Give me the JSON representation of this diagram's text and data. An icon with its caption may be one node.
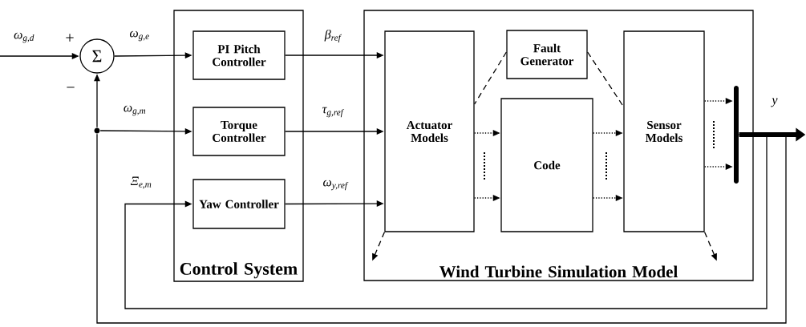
{
  "diagram": {
    "nodes": [
      {
        "text": [
          "Σ"
        ]
      },
      {
        "text": [
          "Control System"
        ]
      },
      {
        "text": [
          "PI Pitch Controller"
        ],
        "in": 1
      },
      {
        "text": [
          "Torque Controller"
        ],
        "in": 1
      },
      {
        "text": [
          "Yaw Controller"
        ],
        "in": 1
      },
      {
        "text": [
          "Wind Turbine Simulation Model"
        ]
      },
      {
        "text": [
          "Actuator Models"
        ],
        "in": 5
      },
      {
        "text": [
          "Fault Generator"
        ],
        "in": 5
      },
      {
        "text": [
          "Code"
        ],
        "in": 5
      },
      {
        "text": [
          "Sensor Models"
        ],
        "in": 5
      },
      {
        "text": [],
        "shape": "bar",
        "in": 5
      },
      {
        "text": [],
        "shape": "circle"
      }
    ],
    "edges": [
      {
        "from": null,
        "to": 0,
        "arrow": "to",
        "label": "ω$_{g,d}$"
      },
      {
        "from": 0,
        "to": 2,
        "arrow": "to",
        "label": "ω$_{g,e}$"
      },
      {
        "from": 10,
        "to": 11,
        "arrow": "none"
      },
      {
        "from": 11,
        "to": 3,
        "arrow": "to",
        "label": "ω$_{g,m}$"
      },
      {
        "from": 10,
        "to": 4,
        "arrow": "to",
        "label": "Ξ$_{e,m}$"
      },
      {
        "from": 2,
        "to": 6,
        "arrow": "to",
        "label": "β$_{ref}$"
      },
      {
        "from": 3,
        "to": 6,
        "arrow": "to",
        "label": "τ$_{g,ref}$"
      },
      {
        "from": 4,
        "to": 6,
        "arrow": "to",
        "label": "ω$_{y,ref}$"
      },
      {
        "from": 6,
        "to": 8,
        "arrow": "to",
        "style": "dashed"
      },
      {
        "from": 6,
        "to": 8,
        "arrow": "to",
        "style": "dashed"
      },
      {
        "from": 8,
        "to": 9,
        "arrow": "to",
        "style": "dashed"
      },
      {
        "from": 8,
        "to": 9,
        "arrow": "to",
        "style": "dashed"
      },
      {
        "from": 9,
        "to": 10,
        "arrow": "to",
        "style": "dashed"
      },
      {
        "from": 9,
        "to": 10,
        "arrow": "to",
        "style": "dashed"
      },
      {
        "from": 7,
        "to": 6,
        "arrow": "none",
        "style": "dashed"
      },
      {
        "from": 7,
        "to": 9,
        "arrow": "none",
        "style": "dashed"
      },
      {
        "from": 6,
        "to": null,
        "arrow": "to",
        "style": "dashed"
      },
      {
        "from": 9,
        "to": null,
        "arrow": "to",
        "style": "dashed"
      },
      {
        "from": 10,
        "to": null,
        "arrow": "to",
        "style": "thick",
        "label": "y"
      },
      {
        "from": 11,
        "to": 0,
        "arrow": "to"
      }
    ],
    "labels": [
      "+",
      "−"
    ]
  }
}
